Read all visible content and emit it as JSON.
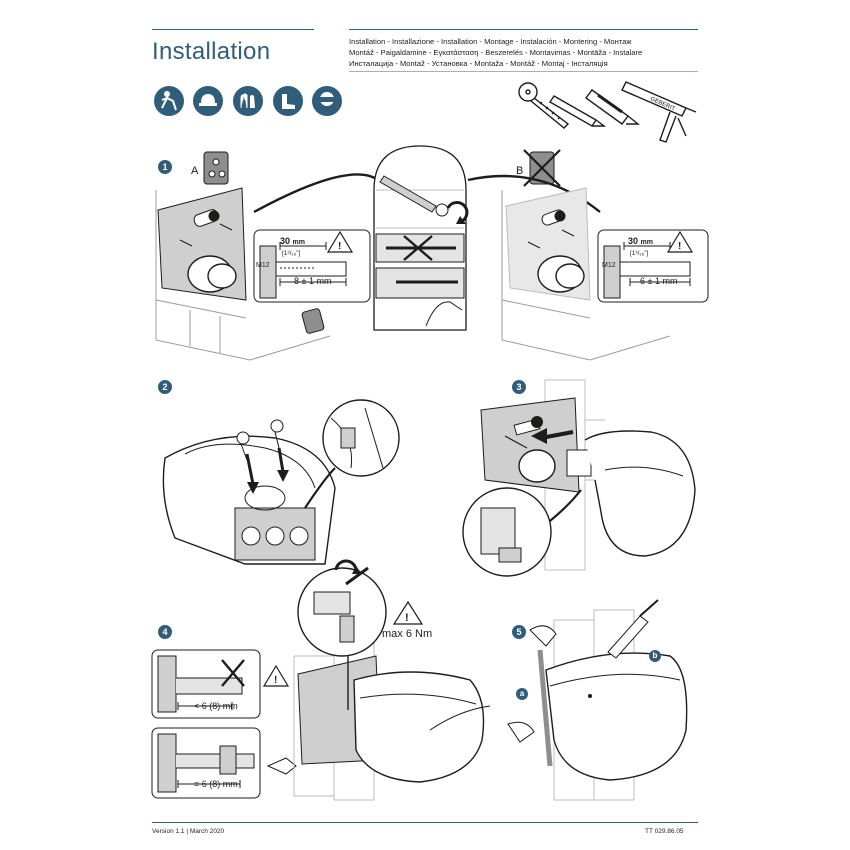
{
  "header": {
    "title": "Installation",
    "languages": [
      "Installation - Installazione - Installation - Montage - Instalación - Montering - Монтаж",
      "Montáž - Paigaldamine - Εγκατάσταση - Beszerelés - Montavimas - Montāža - Instalare",
      "Инсталација - Montaž - Установка - Montaža - Montáž - Montaj - Інсталяція"
    ]
  },
  "ppe_icons": [
    "fall-hazard-icon",
    "hard-hat-icon",
    "gloves-icon",
    "safety-boots-icon",
    "safety-goggles-icon"
  ],
  "tools": [
    "tape-measure-icon",
    "pencil-icon",
    "utility-knife-icon",
    "sealant-gun-icon"
  ],
  "steps": {
    "s1": {
      "number": "1",
      "variant_a": "A",
      "variant_b": "B",
      "a_depth": "30",
      "a_depth_unit": "mm",
      "a_depth_inch": "[1³/₁₆\"]",
      "a_thread": "M12",
      "a_gap": "8 ± 1 mm",
      "b_depth": "30",
      "b_depth_unit": "mm",
      "b_depth_inch": "[1³/₁₆\"]",
      "b_thread": "M12",
      "b_gap": "6 ± 1 mm"
    },
    "s2": {
      "number": "2"
    },
    "s3": {
      "number": "3"
    },
    "s4": {
      "number": "4",
      "torque": "max 6 Nm",
      "bad_gap": "< 6 (8) mm",
      "good_gap": "= 6 (8) mm"
    },
    "s5": {
      "number": "5",
      "a": "a",
      "b": "b"
    }
  },
  "footer": {
    "version": "Version 1.1",
    "date": "March 2020",
    "doc_id": "TT 029.86.05"
  }
}
